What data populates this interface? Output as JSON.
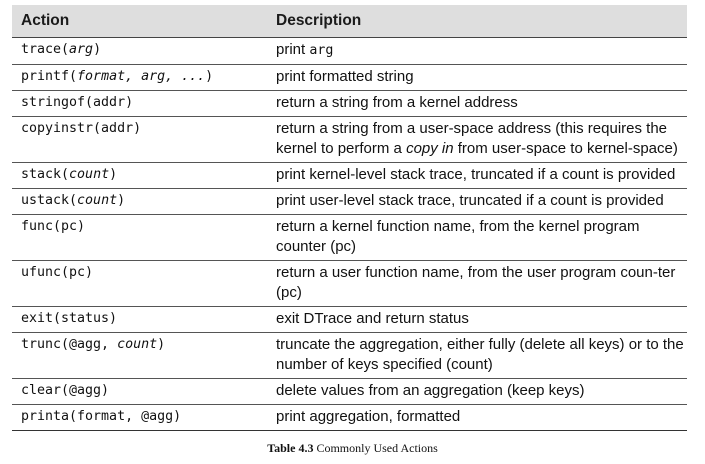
{
  "table": {
    "headers": {
      "action": "Action",
      "description": "Description"
    },
    "rows": [
      {
        "action": [
          {
            "t": "trace("
          },
          {
            "t": "arg",
            "i": true
          },
          {
            "t": ")"
          }
        ],
        "desc": [
          {
            "t": "print "
          },
          {
            "t": "arg",
            "m": true
          }
        ]
      },
      {
        "action": [
          {
            "t": "printf("
          },
          {
            "t": "format, arg, ...",
            "i": true
          },
          {
            "t": ")"
          }
        ],
        "desc": [
          {
            "t": "print formatted string"
          }
        ]
      },
      {
        "action": [
          {
            "t": "stringof(addr)"
          }
        ],
        "desc": [
          {
            "t": "return a string from a kernel address"
          }
        ]
      },
      {
        "action": [
          {
            "t": "copyinstr(addr)"
          }
        ],
        "desc": [
          {
            "t": "return a string from a user-space address (this requires the kernel to perform a "
          },
          {
            "t": "copy in",
            "i": true
          },
          {
            "t": " from user-space to kernel-space)"
          }
        ]
      },
      {
        "action": [
          {
            "t": "stack("
          },
          {
            "t": "count",
            "i": true
          },
          {
            "t": ")"
          }
        ],
        "desc": [
          {
            "t": "print kernel-level stack trace, truncated if a count is provided"
          }
        ]
      },
      {
        "action": [
          {
            "t": "ustack("
          },
          {
            "t": "count",
            "i": true
          },
          {
            "t": ")"
          }
        ],
        "desc": [
          {
            "t": "print user-level stack trace, truncated if a count is provided"
          }
        ]
      },
      {
        "action": [
          {
            "t": "func(pc)"
          }
        ],
        "desc": [
          {
            "t": "return a kernel function name, from the kernel program counter (pc)"
          }
        ]
      },
      {
        "action": [
          {
            "t": "ufunc(pc)"
          }
        ],
        "desc": [
          {
            "t": "return a user function name, from the user program coun-ter (pc)"
          }
        ]
      },
      {
        "action": [
          {
            "t": "exit(status)"
          }
        ],
        "desc": [
          {
            "t": "exit DTrace and return status"
          }
        ]
      },
      {
        "action": [
          {
            "t": "trunc(@agg, "
          },
          {
            "t": "count",
            "i": true
          },
          {
            "t": ")"
          }
        ],
        "desc": [
          {
            "t": "truncate the aggregation, either fully (delete all keys) or to the number of keys specified (count)"
          }
        ]
      },
      {
        "action": [
          {
            "t": "clear(@agg)"
          }
        ],
        "desc": [
          {
            "t": "delete values from an aggregation (keep keys)"
          }
        ]
      },
      {
        "action": [
          {
            "t": "printa(format, @agg)"
          }
        ],
        "desc": [
          {
            "t": "print aggregation, formatted"
          }
        ]
      }
    ]
  },
  "caption": {
    "label": "Table 4.3",
    "text": "Commonly Used Actions"
  }
}
